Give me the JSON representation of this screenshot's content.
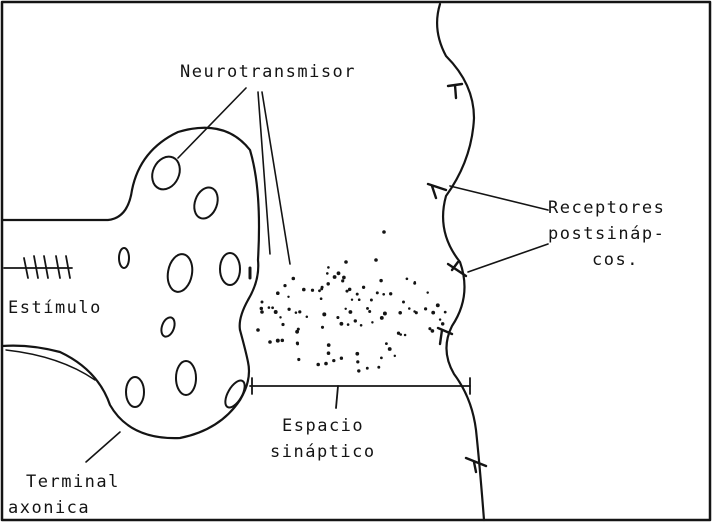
{
  "labels": {
    "neurotransmitter": "Neurotransmisor",
    "receptors_line1": "Receptores",
    "receptors_line2": "postsináp-",
    "receptors_line3": "cos.",
    "stimulus": "Estímulo",
    "synaptic_space_line1": "Espacio",
    "synaptic_space_line2": "sináptico",
    "axon_terminal_line1": "Terminal",
    "axon_terminal_line2": "axonica"
  },
  "colors": {
    "ink": "#141414",
    "background": "#ffffff"
  }
}
